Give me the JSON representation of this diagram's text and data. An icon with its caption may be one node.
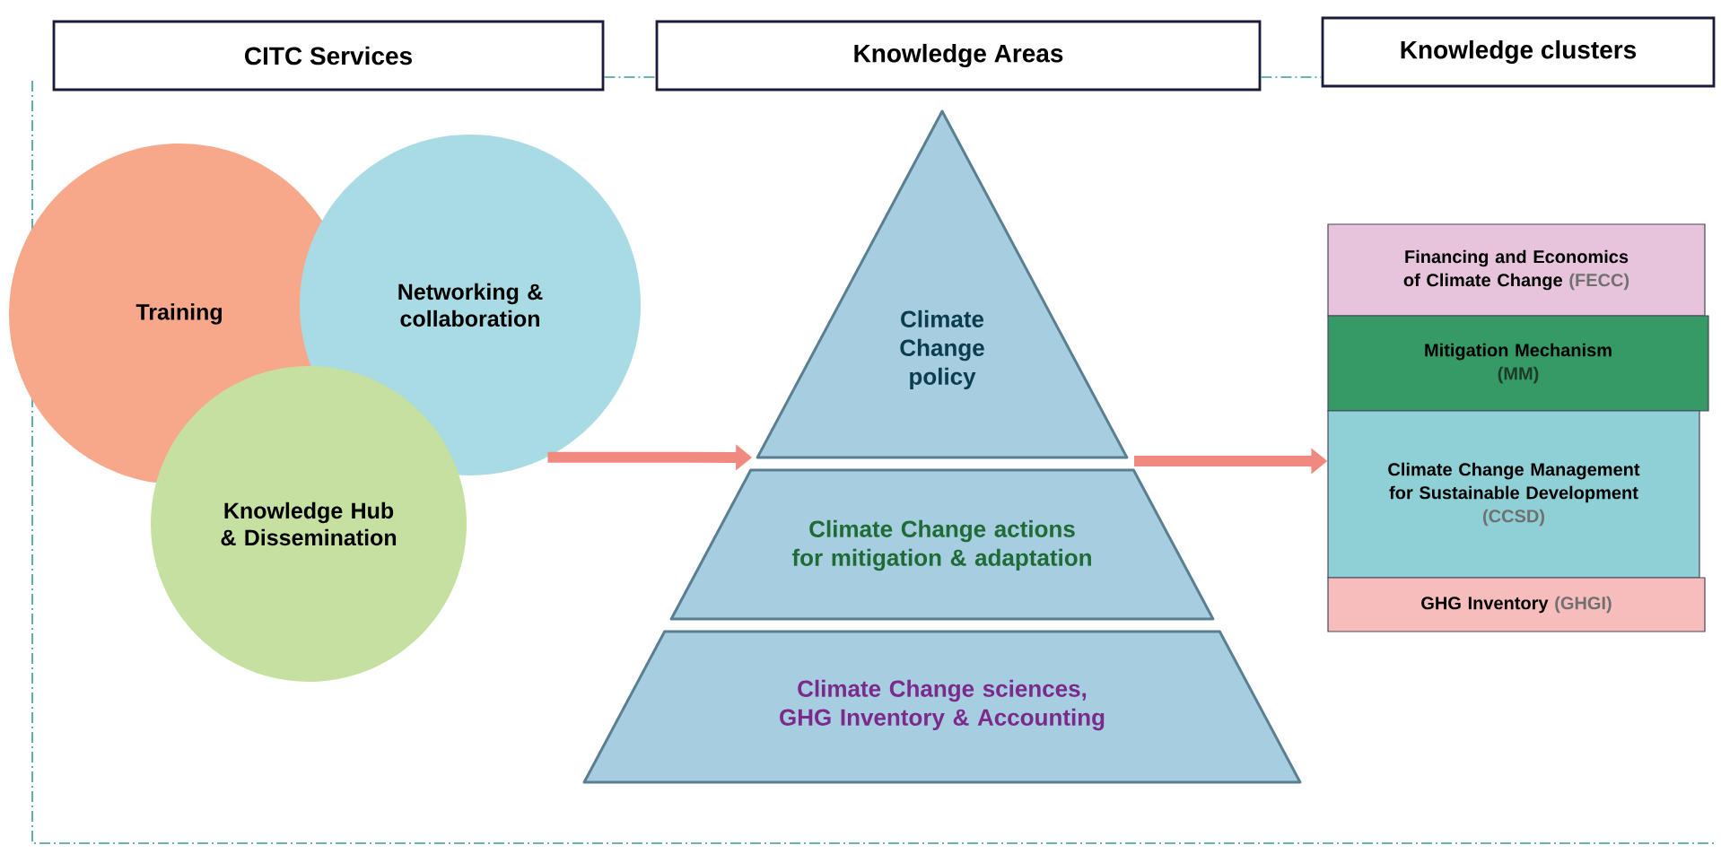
{
  "diagram": {
    "nodes": [
      {
        "text": [
          "CITC Services"
        ]
      },
      {
        "text": [
          "Knowledge Areas"
        ]
      },
      {
        "text": [
          "Knowledge clusters"
        ]
      },
      {
        "text": [
          "Training"
        ]
      },
      {
        "text": [
          "Networking & collaboration"
        ]
      },
      {
        "text": [
          "Knowledge Hub & Dissemination"
        ]
      },
      {
        "text": [
          "Climate Change policy"
        ]
      },
      {
        "text": [
          "Climate Change actions for mitigation & adaptation"
        ]
      },
      {
        "text": [
          "Climate Change sciences, GHG Inventory & Accounting"
        ]
      },
      {
        "text": [
          "Financing and Economics of Climate Change",
          "(FECC)"
        ]
      },
      {
        "text": [
          "Mitigation Mechanism",
          "(MM)"
        ]
      },
      {
        "text": [
          "Climate Change Management for Sustainable Development",
          "(CCSD)"
        ]
      },
      {
        "text": [
          "GHG Inventory",
          "(GHGI)"
        ]
      }
    ],
    "edges": [
      {
        "from": 0,
        "to": 1,
        "arrow": "none",
        "style": "dashed",
        "color": "#3a9a9a"
      },
      {
        "from": 1,
        "to": 2,
        "arrow": "none",
        "style": "dashed",
        "color": "#3a9a9a"
      },
      {
        "from": 4,
        "to": 6,
        "arrow": "to",
        "style": "thick",
        "color": "#f08a80"
      },
      {
        "from": 6,
        "to": 11,
        "arrow": "to",
        "style": "thick",
        "color": "#f08a80"
      }
    ]
  }
}
